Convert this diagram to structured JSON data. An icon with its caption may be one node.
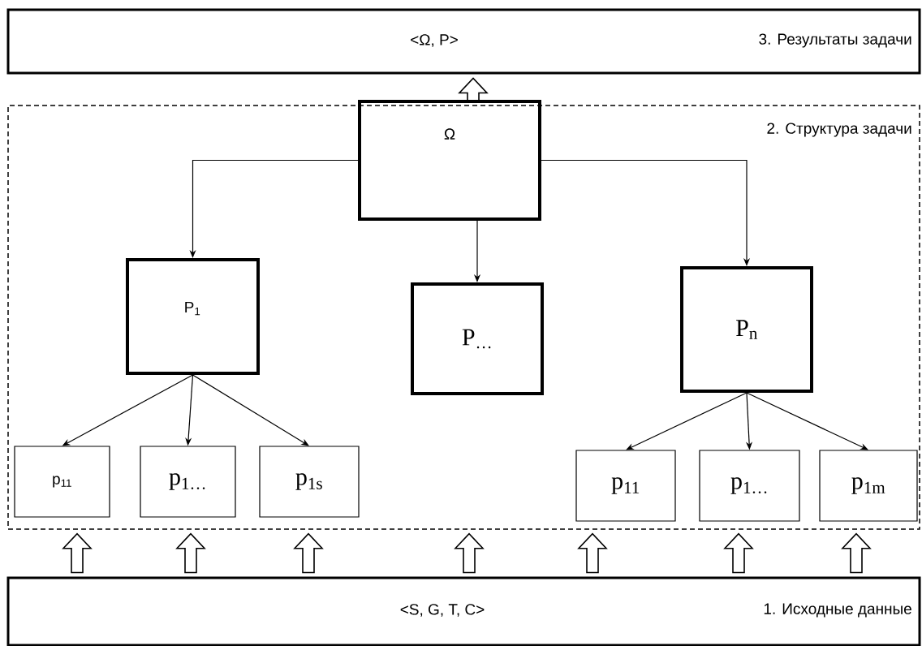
{
  "diagram": {
    "nodes": [
      {
        "text": [
          "<Ω, P>",
          "3. Результаты задачи"
        ]
      },
      {
        "text": [
          "2. Структура задачи"
        ]
      },
      {
        "text": [
          "Ω"
        ],
        "in": 1
      },
      {
        "text": [
          "P$_{1}$"
        ],
        "in": 1
      },
      {
        "text": [
          "P$_{…}$"
        ],
        "in": 1
      },
      {
        "text": [
          "P$_{n}$"
        ],
        "in": 1
      },
      {
        "text": [
          "p$_{11}$"
        ],
        "in": 1
      },
      {
        "text": [
          "p$_{1…}$"
        ],
        "in": 1
      },
      {
        "text": [
          "p$_{1s}$"
        ],
        "in": 1
      },
      {
        "text": [
          "p$_{11}$"
        ],
        "in": 1
      },
      {
        "text": [
          "p$_{1…}$"
        ],
        "in": 1
      },
      {
        "text": [
          "p$_{1m}$"
        ],
        "in": 1
      },
      {
        "text": [
          "<S, G, T, C>",
          "1. Исходные данные"
        ]
      }
    ],
    "edges": [
      {
        "from": 2,
        "to": 3,
        "arrow": "to"
      },
      {
        "from": 2,
        "to": 4,
        "arrow": "to"
      },
      {
        "from": 2,
        "to": 5,
        "arrow": "to"
      },
      {
        "from": 3,
        "to": 6,
        "arrow": "to"
      },
      {
        "from": 3,
        "to": 7,
        "arrow": "to"
      },
      {
        "from": 3,
        "to": 8,
        "arrow": "to"
      },
      {
        "from": 5,
        "to": 9,
        "arrow": "to"
      },
      {
        "from": 5,
        "to": 10,
        "arrow": "to"
      },
      {
        "from": 5,
        "to": 11,
        "arrow": "to"
      },
      {
        "from": 1,
        "to": 0,
        "arrow": "to",
        "style": "thick"
      },
      {
        "from": 12,
        "to": 1,
        "arrow": "to",
        "style": "thick"
      },
      {
        "from": 12,
        "to": 1,
        "arrow": "to",
        "style": "thick"
      },
      {
        "from": 12,
        "to": 1,
        "arrow": "to",
        "style": "thick"
      },
      {
        "from": 12,
        "to": 1,
        "arrow": "to",
        "style": "thick"
      },
      {
        "from": 12,
        "to": 1,
        "arrow": "to",
        "style": "thick"
      },
      {
        "from": 12,
        "to": 1,
        "arrow": "to",
        "style": "thick"
      },
      {
        "from": 12,
        "to": 1,
        "arrow": "to",
        "style": "thick"
      }
    ]
  }
}
